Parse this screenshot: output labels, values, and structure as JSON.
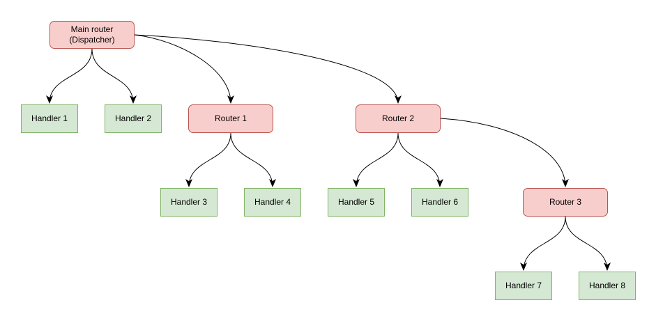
{
  "diagram": {
    "type": "tree",
    "colors": {
      "router_fill": "#f8cecc",
      "router_border": "#b85450",
      "handler_fill": "#d5e8d4",
      "handler_border": "#82b366",
      "edge": "#000000",
      "background": "#ffffff"
    },
    "nodes": [
      {
        "id": "main-router",
        "label": "Main router (Dispatcher)",
        "type": "router"
      },
      {
        "id": "handler-1",
        "label": "Handler 1",
        "type": "handler"
      },
      {
        "id": "handler-2",
        "label": "Handler 2",
        "type": "handler"
      },
      {
        "id": "router-1",
        "label": "Router 1",
        "type": "router"
      },
      {
        "id": "router-2",
        "label": "Router 2",
        "type": "router"
      },
      {
        "id": "handler-3",
        "label": "Handler 3",
        "type": "handler"
      },
      {
        "id": "handler-4",
        "label": "Handler 4",
        "type": "handler"
      },
      {
        "id": "handler-5",
        "label": "Handler 5",
        "type": "handler"
      },
      {
        "id": "handler-6",
        "label": "Handler 6",
        "type": "handler"
      },
      {
        "id": "router-3",
        "label": "Router 3",
        "type": "router"
      },
      {
        "id": "handler-7",
        "label": "Handler 7",
        "type": "handler"
      },
      {
        "id": "handler-8",
        "label": "Handler 8",
        "type": "handler"
      }
    ],
    "edges": [
      {
        "from": "main-router",
        "to": "handler-1"
      },
      {
        "from": "main-router",
        "to": "handler-2"
      },
      {
        "from": "main-router",
        "to": "router-1"
      },
      {
        "from": "main-router",
        "to": "router-2"
      },
      {
        "from": "router-1",
        "to": "handler-3"
      },
      {
        "from": "router-1",
        "to": "handler-4"
      },
      {
        "from": "router-2",
        "to": "handler-5"
      },
      {
        "from": "router-2",
        "to": "handler-6"
      },
      {
        "from": "router-2",
        "to": "router-3"
      },
      {
        "from": "router-3",
        "to": "handler-7"
      },
      {
        "from": "router-3",
        "to": "handler-8"
      }
    ]
  }
}
